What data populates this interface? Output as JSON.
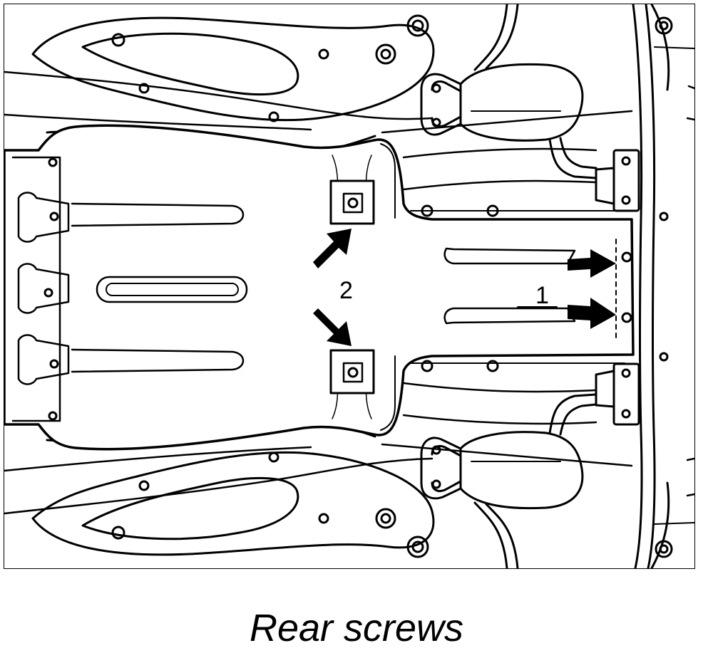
{
  "diagram": {
    "callouts": [
      {
        "id": "1",
        "label": "1"
      },
      {
        "id": "2",
        "label": "2"
      }
    ],
    "colors": {
      "line": "#000000",
      "background": "#ffffff"
    }
  },
  "caption": {
    "text": "Rear screws"
  }
}
